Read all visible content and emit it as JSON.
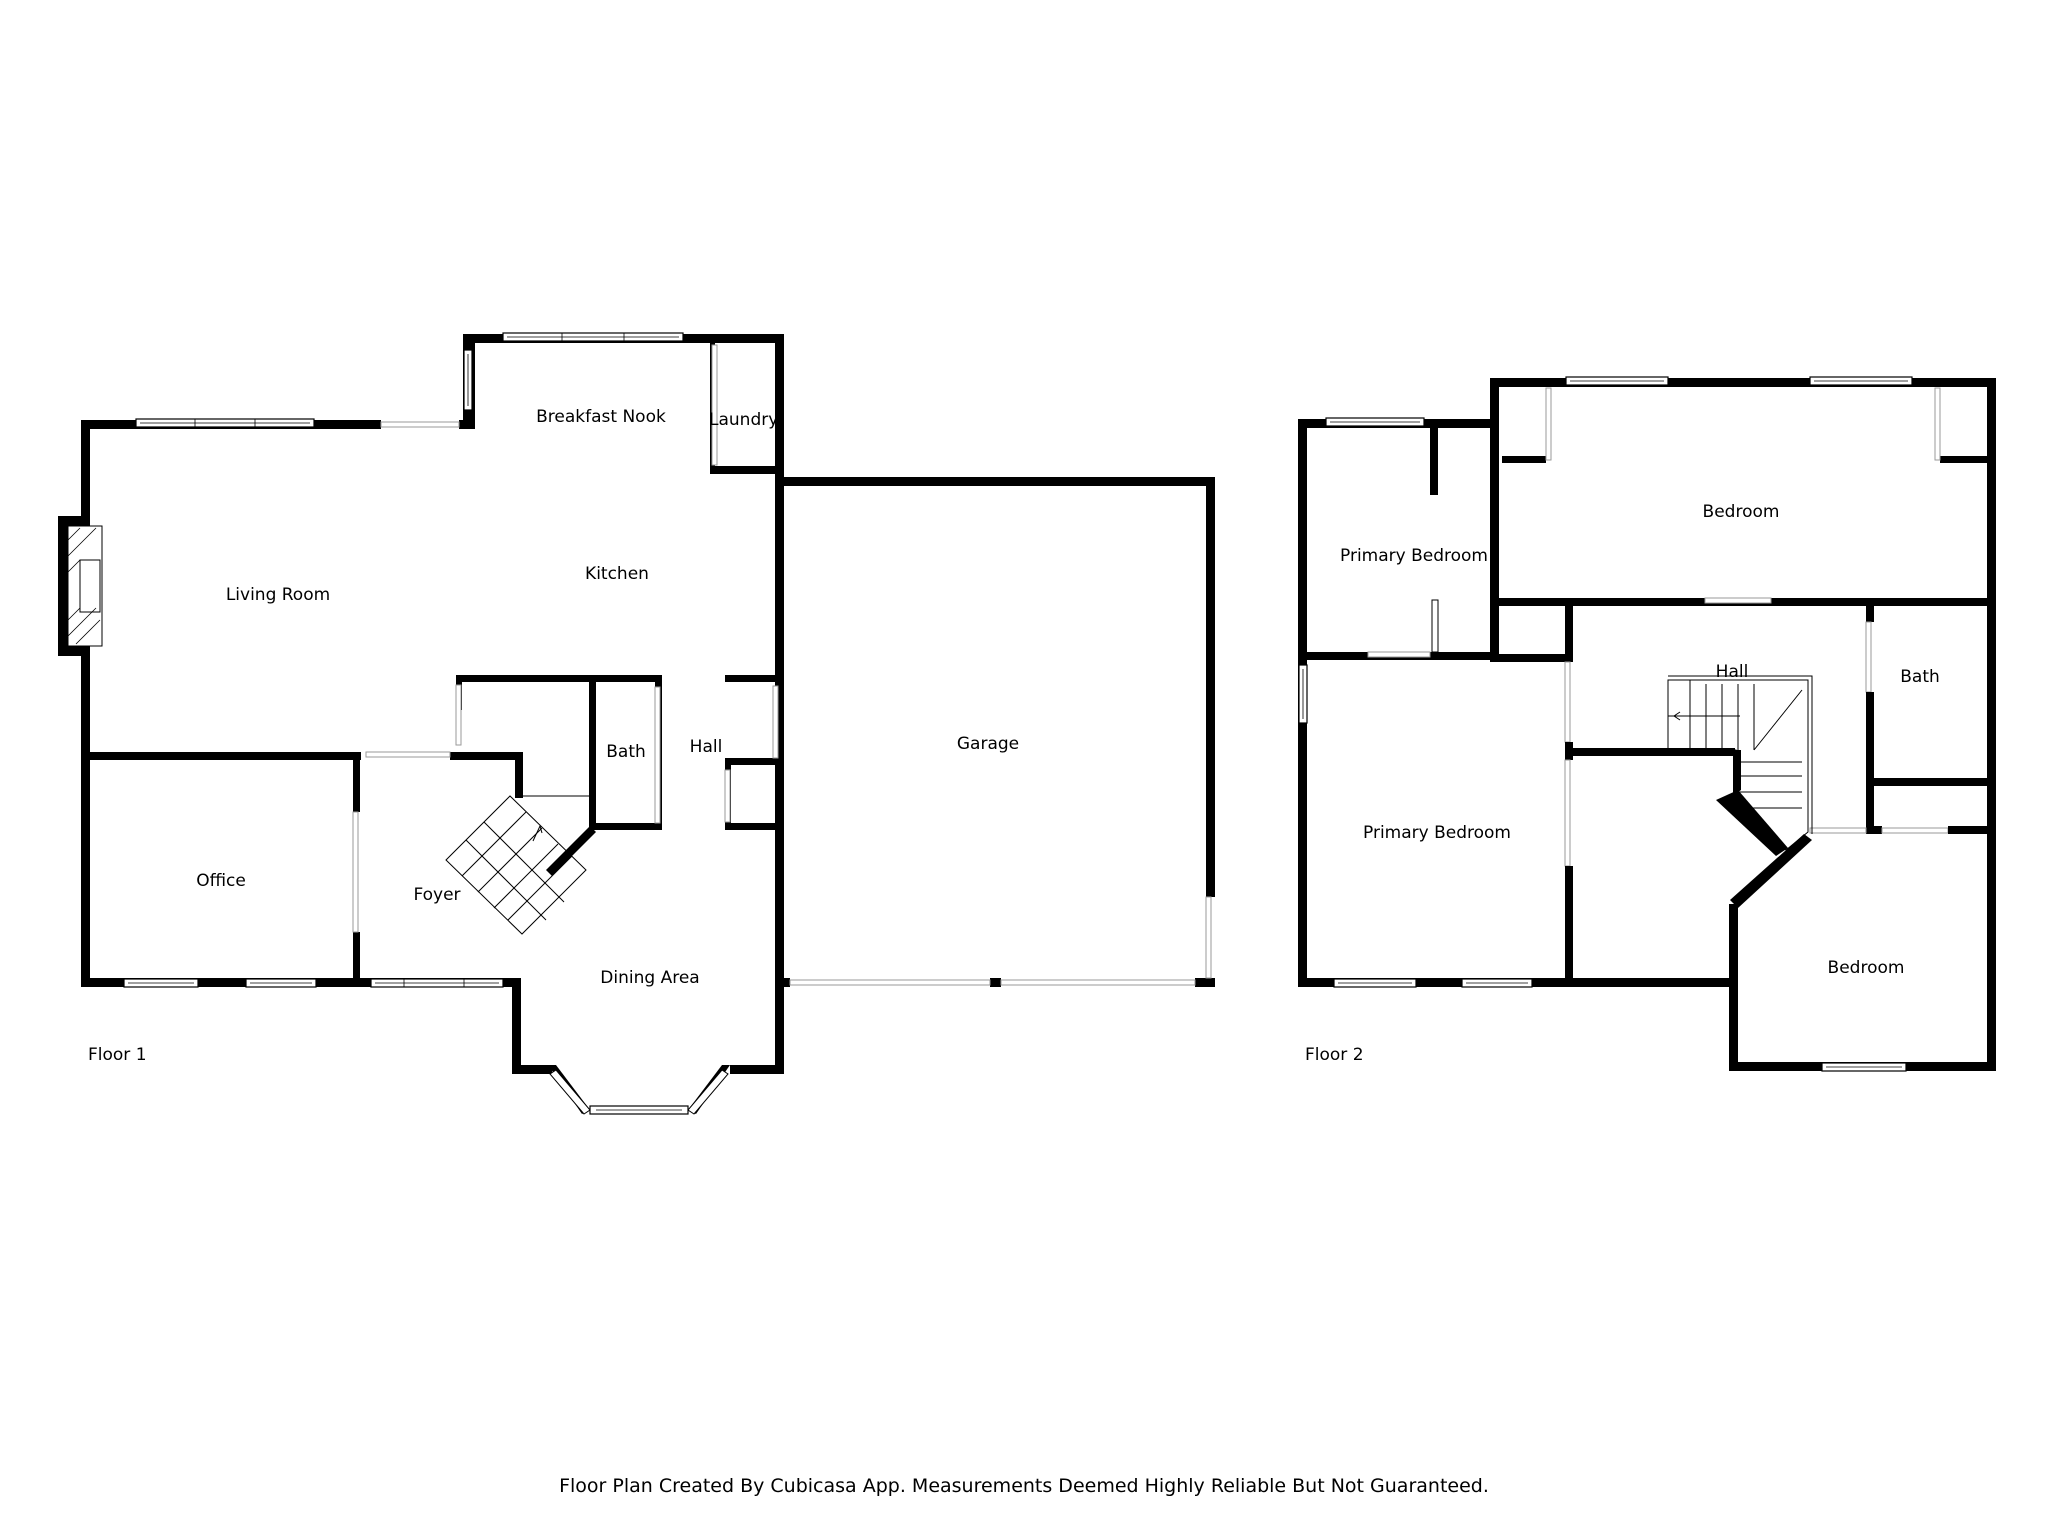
{
  "floor1": {
    "label": "Floor 1",
    "rooms": {
      "breakfast_nook": "Breakfast Nook",
      "laundry": "Laundry",
      "living_room": "Living Room",
      "kitchen": "Kitchen",
      "bath": "Bath",
      "hall": "Hall",
      "garage": "Garage",
      "office": "Office",
      "foyer": "Foyer",
      "dining_area": "Dining Area"
    }
  },
  "floor2": {
    "label": "Floor 2",
    "rooms": {
      "primary_bedroom_upper": "Primary Bedroom",
      "bedroom_top": "Bedroom",
      "hall": "Hall",
      "bath": "Bath",
      "primary_bedroom_lower": "Primary Bedroom",
      "bedroom_bottom": "Bedroom"
    }
  },
  "footer": "Floor Plan Created By Cubicasa App. Measurements Deemed Highly Reliable But Not Guaranteed.",
  "colors": {
    "wall": "#000000",
    "background": "#ffffff"
  }
}
